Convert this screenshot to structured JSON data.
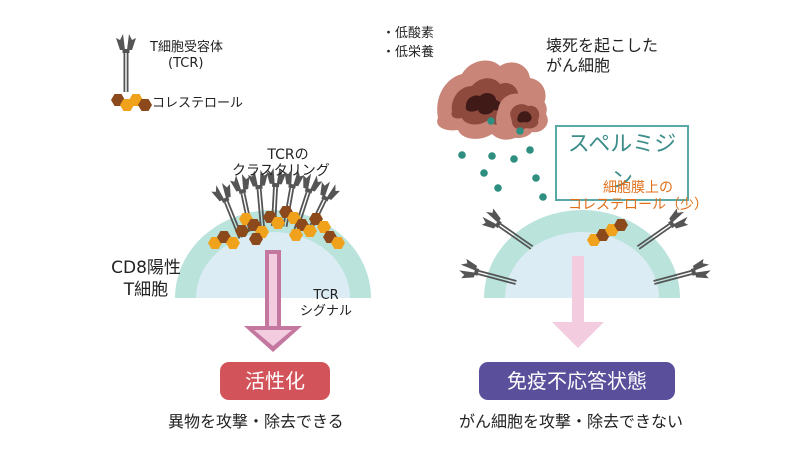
{
  "legend": {
    "tcr_label_line1": "T細胞受容体",
    "tcr_label_line2": "(TCR)",
    "cholesterol_label": "コレステロール"
  },
  "left": {
    "clustering_line1": "TCRの",
    "clustering_line2": "クラスタリング",
    "cell_label_line1": "CD8陽性",
    "cell_label_line2": "T細胞",
    "signal_line1": "TCR",
    "signal_line2": "シグナル",
    "outcome_badge": "活性化",
    "outcome_text": "異物を攻撃・除去できる"
  },
  "right": {
    "condition_1": "・低酸素",
    "condition_2": "・低栄養",
    "necrotic_line1": "壊死を起こした",
    "necrotic_line2": "がん細胞",
    "molecule_box": "スペルミジン",
    "membrane_line1": "細胞膜上の",
    "membrane_line2": "コレステロール（少）",
    "outcome_badge": "免疫不応答状態",
    "outcome_text": "がん細胞を攻撃・除去できない"
  },
  "colors": {
    "membrane": "#b9e3db",
    "cytoplasm": "#dcecf5",
    "cholesterol_orange": "#f0a21c",
    "cholesterol_brown": "#8c4a1c",
    "tcr_gray": "#555555",
    "arrow_pink": "#c4789f",
    "arrow_light_pink": "#f4cce0",
    "activation_red": "#d2545a",
    "anergy_purple": "#5a4f9a",
    "spermidine_teal": "#2e8f80",
    "necrotic_brown": "#8f4a3e",
    "membrane_note_orange": "#e0701a"
  }
}
